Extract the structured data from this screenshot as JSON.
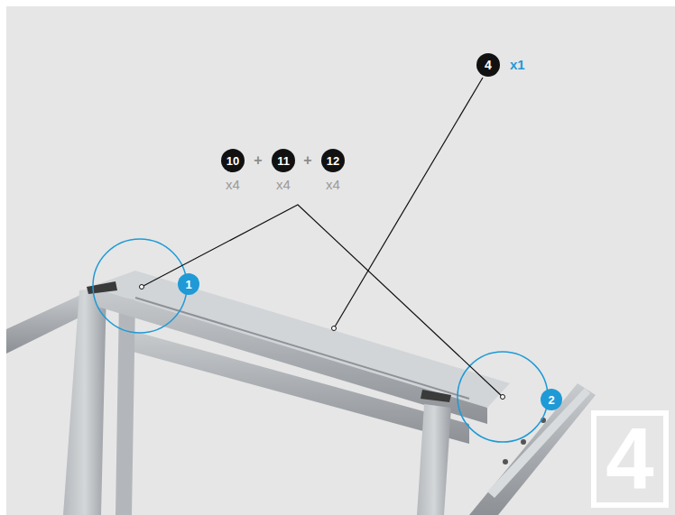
{
  "diagram": {
    "nodes": [
      {
        "text": [
          "4"
        ]
      },
      {
        "text": [
          "10"
        ]
      },
      {
        "text": [
          "11"
        ]
      },
      {
        "text": [
          "12"
        ]
      },
      {
        "text": [
          "1"
        ]
      },
      {
        "text": [
          "2"
        ]
      },
      {
        "text": [
          "4"
        ]
      }
    ],
    "labels": [
      "x1",
      "+",
      "+",
      "x4",
      "x4",
      "x4"
    ]
  }
}
